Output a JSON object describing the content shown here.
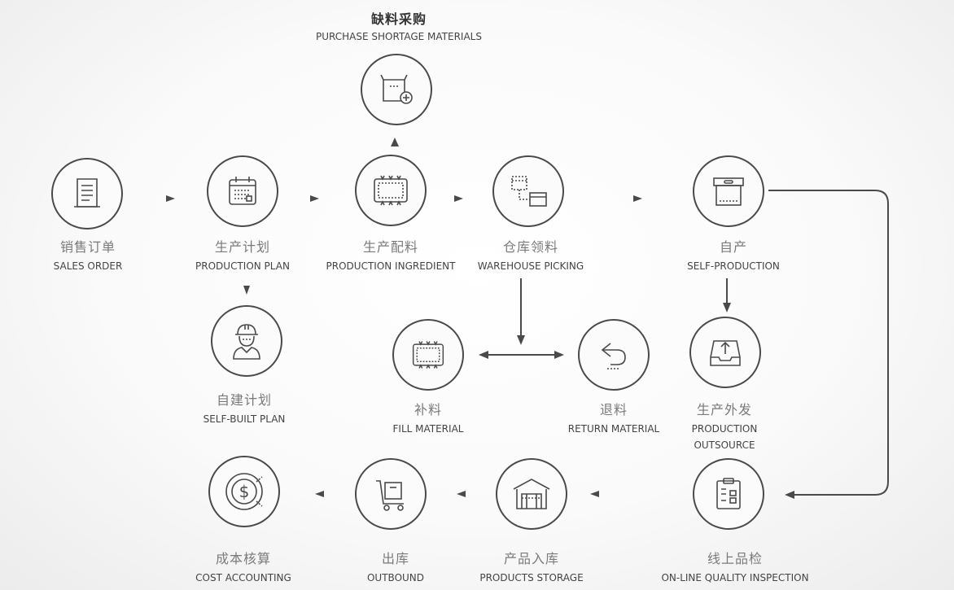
{
  "nodes": {
    "purchase": {
      "zh": "缺料采购",
      "en": "PURCHASE SHORTAGE MATERIALS"
    },
    "sales": {
      "zh": "销售订单",
      "en": "SALES ORDER"
    },
    "plan": {
      "zh": "生产计划",
      "en": "PRODUCTION PLAN"
    },
    "ingredient": {
      "zh": "生产配料",
      "en": "PRODUCTION INGREDIENT"
    },
    "picking": {
      "zh": "仓库领料",
      "en": "WAREHOUSE PICKING"
    },
    "self": {
      "zh": "自产",
      "en": "SELF-PRODUCTION"
    },
    "selfbuilt": {
      "zh": "自建计划",
      "en": "SELF-BUILT PLAN"
    },
    "fill": {
      "zh": "补料",
      "en": "FILL MATERIAL"
    },
    "return": {
      "zh": "退料",
      "en": "RETURN MATERIAL"
    },
    "outsource": {
      "zh": "生产外发",
      "en1": "PRODUCTION",
      "en2": "OUTSOURCE"
    },
    "cost": {
      "zh": "成本核算",
      "en": "COST ACCOUNTING"
    },
    "outbound": {
      "zh": "出库",
      "en": "OUTBOUND"
    },
    "storage": {
      "zh": "产品入库",
      "en": "PRODUCTS STORAGE"
    },
    "inspection": {
      "zh": "线上品检",
      "en": "ON-LINE QUALITY INSPECTION"
    }
  },
  "colors": {
    "stroke": "#4a4a4a",
    "label_zh": "#7a7a7a",
    "label_en": "#444444"
  },
  "icons": [
    "box-plus-icon",
    "document-list-icon",
    "calendar-icon",
    "chip-icon",
    "flow-windows-icon",
    "box-icon",
    "worker-helmet-icon",
    "chip-icon",
    "return-arrow-icon",
    "inbox-up-icon",
    "dollar-coin-icon",
    "cart-icon",
    "warehouse-icon",
    "clipboard-checklist-icon"
  ]
}
